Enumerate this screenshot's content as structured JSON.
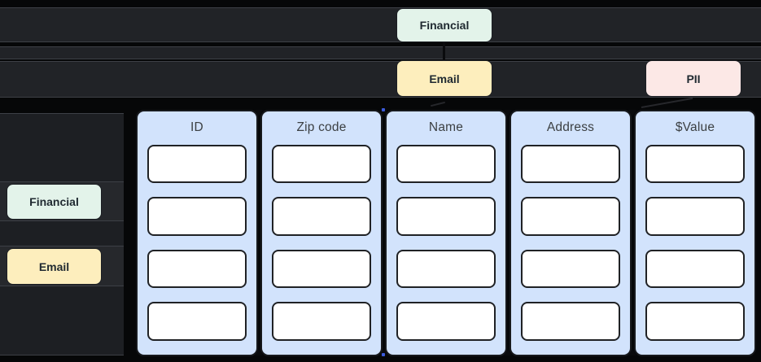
{
  "colors": {
    "background": "#060708",
    "lane_fill": "#212327",
    "lane_border": "#3d4046",
    "sidebar_fill": "#1d1f23",
    "row_fill": "#26282c",
    "table_column_fill": "#d2e3fc",
    "table_column_border": "#17191c",
    "cell_fill": "#ffffff",
    "cell_border": "#202225",
    "tag_financial": "#e3f3ea",
    "tag_email": "#fdeebd",
    "tag_pii": "#fce8e6",
    "tag_border": "#1c1f24",
    "tag_text": "#202a31",
    "header_text": "#3c4043",
    "edge_color": "#0a0b0d",
    "edge_faint": "#26272b",
    "handle_blue": "#3b5bdb"
  },
  "top_tags": [
    {
      "id": "financial",
      "label": "Financial",
      "color": "#e3f3ea"
    },
    {
      "id": "email",
      "label": "Email",
      "color": "#fdeebd"
    },
    {
      "id": "pii",
      "label": "PII",
      "color": "#fce8e6"
    }
  ],
  "sidebar_tags": [
    {
      "id": "financial",
      "label": "Financial",
      "color": "#e3f3ea"
    },
    {
      "id": "email",
      "label": "Email",
      "color": "#fdeebd"
    }
  ],
  "table": {
    "columns": [
      {
        "header": "ID",
        "cells": 4
      },
      {
        "header": "Zip code",
        "cells": 4
      },
      {
        "header": "Name",
        "cells": 4
      },
      {
        "header": "Address",
        "cells": 4
      },
      {
        "header": "$Value",
        "cells": 4
      }
    ],
    "rows_per_column": 4,
    "cells_empty": true
  }
}
